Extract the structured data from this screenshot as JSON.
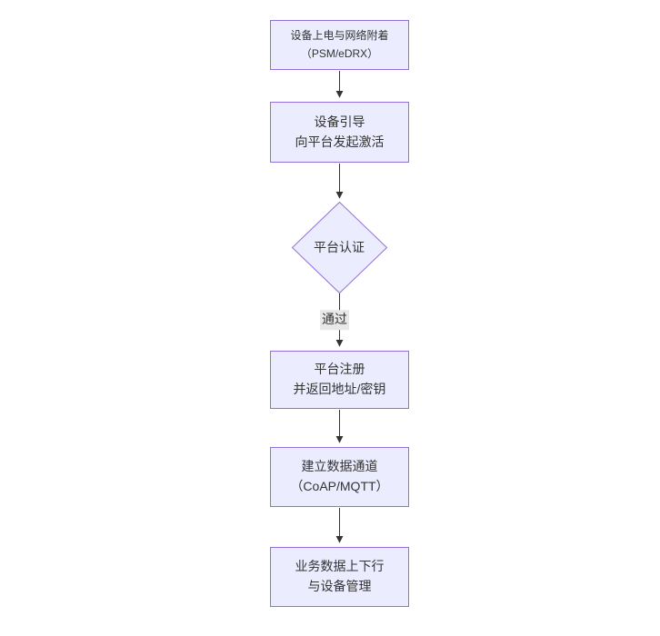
{
  "diagram": {
    "type": "flowchart",
    "direction": "top-down",
    "colors": {
      "background": "#ffffff",
      "node_fill": "#ececff",
      "node_border": "#9370db",
      "text": "#333333",
      "edge": "#333333",
      "edge_label_bg": "#e8e8e8"
    },
    "nodes": [
      {
        "id": "power-attach",
        "shape": "rect",
        "line1": "设备上电与网络附着",
        "line2": "（PSM/eDRX）"
      },
      {
        "id": "bootstrap",
        "shape": "rect",
        "line1": "设备引导",
        "line2": "向平台发起激活"
      },
      {
        "id": "platform-auth",
        "shape": "diamond",
        "line1": "平台认证",
        "line2": ""
      },
      {
        "id": "platform-register",
        "shape": "rect",
        "line1": "平台注册",
        "line2": "并返回地址/密钥"
      },
      {
        "id": "data-channel",
        "shape": "rect",
        "line1": "建立数据通道",
        "line2": "（CoAP/MQTT）"
      },
      {
        "id": "business-data",
        "shape": "rect",
        "line1": "业务数据上下行",
        "line2": "与设备管理"
      }
    ],
    "edges": [
      {
        "from": "power-attach",
        "to": "bootstrap",
        "label": ""
      },
      {
        "from": "bootstrap",
        "to": "platform-auth",
        "label": ""
      },
      {
        "from": "platform-auth",
        "to": "platform-register",
        "label": "通过"
      },
      {
        "from": "platform-register",
        "to": "data-channel",
        "label": ""
      },
      {
        "from": "data-channel",
        "to": "business-data",
        "label": ""
      }
    ]
  }
}
